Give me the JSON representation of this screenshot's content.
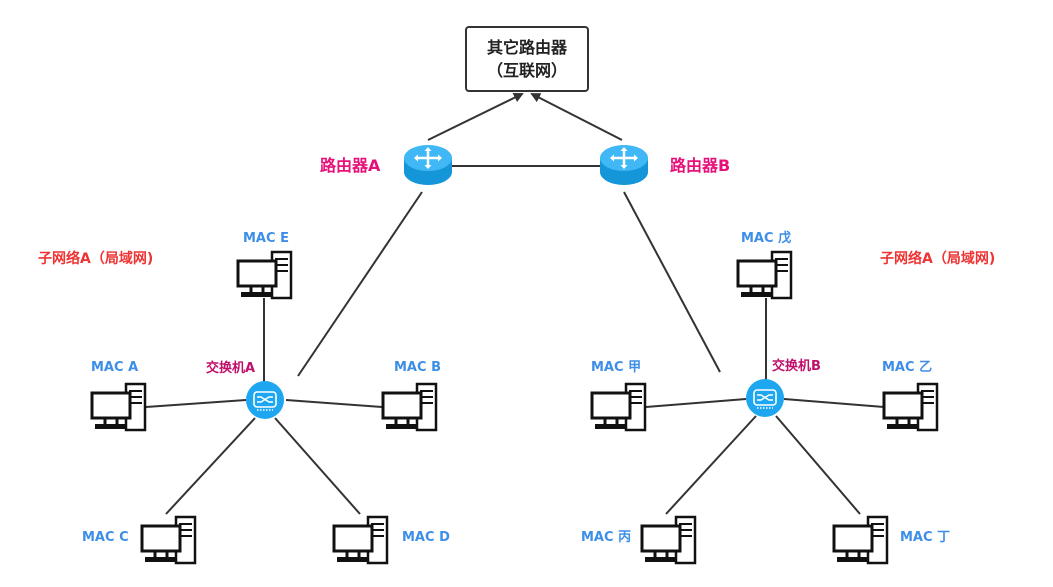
{
  "internet": {
    "line1": "其它路由器",
    "line2": "（互联网）"
  },
  "routers": {
    "a": "路由器A",
    "b": "路由器B"
  },
  "subnets": {
    "left": "子网络A（局域网)",
    "right": "子网络A（局域网)"
  },
  "switches": {
    "a": "交换机A",
    "b": "交换机B"
  },
  "hosts": {
    "mac_e": "MAC E",
    "mac_a": "MAC A",
    "mac_b": "MAC B",
    "mac_c": "MAC C",
    "mac_d": "MAC D",
    "mac_wu": "MAC 戊",
    "mac_jia": "MAC 甲",
    "mac_yi": "MAC 乙",
    "mac_bing": "MAC 丙",
    "mac_ding": "MAC 丁"
  },
  "colors": {
    "host_label": "#3d8ee6",
    "router_label": "#e6127a",
    "subnet_label": "#ee3333",
    "switch_label": "#c0106c",
    "device_blue": "#1ea7f0",
    "line": "#333333"
  },
  "icons": {
    "router": "router-icon",
    "switch": "switch-icon",
    "computer": "computer-icon"
  }
}
